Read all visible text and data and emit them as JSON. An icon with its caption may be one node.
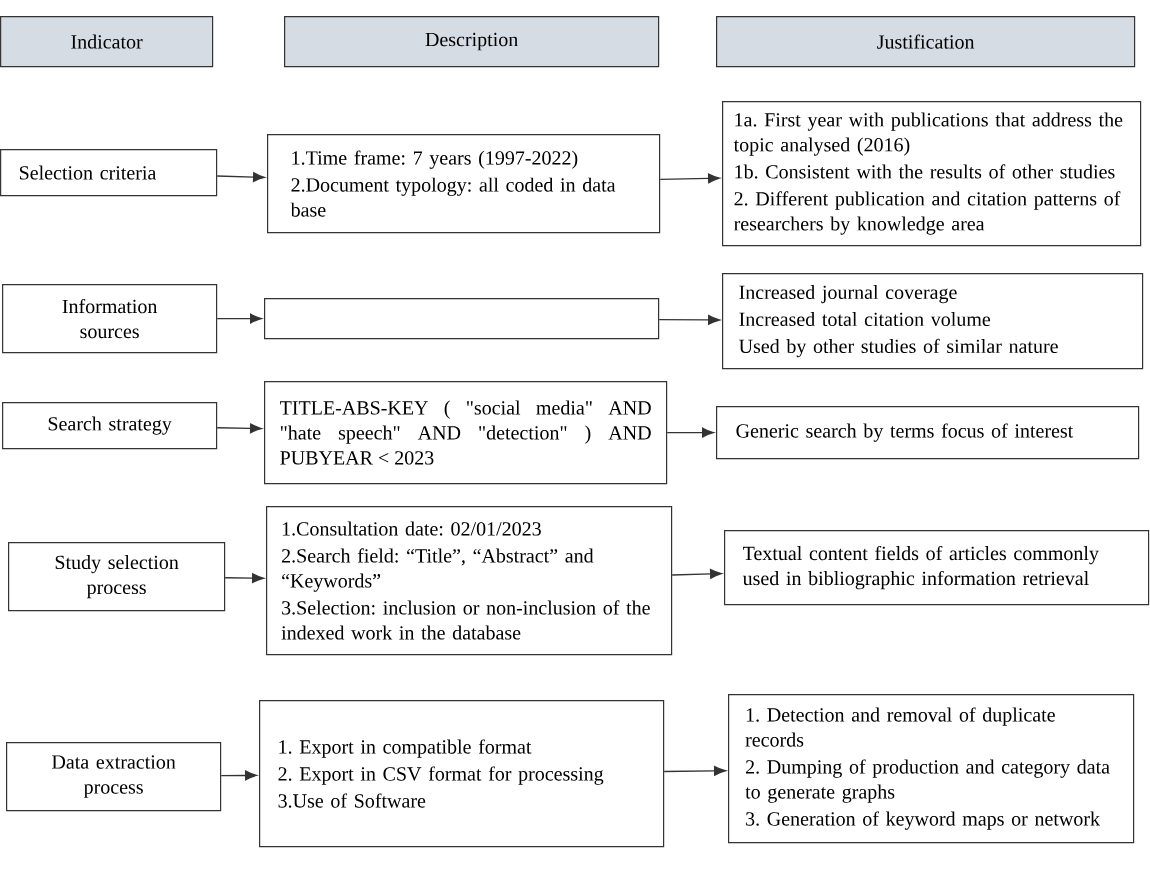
{
  "diagram": {
    "nodes": [
      {
        "text": [
          "Indicator"
        ]
      },
      {
        "text": [
          "Description"
        ]
      },
      {
        "text": [
          "Justification"
        ]
      },
      {
        "text": [
          "Selection criteria"
        ]
      },
      {
        "text": [
          "1.Time frame: 7 years (1997-2022)",
          "2.Document typology: all coded in data base"
        ]
      },
      {
        "text": [
          "1a. First year with publications that address the topic analysed (2016)",
          "1b. Consistent with the results of other studies",
          "2. Different publication and citation patterns of researchers by knowledge area"
        ]
      },
      {
        "text": [
          "Information sources"
        ]
      },
      {
        "text": [],
        "shape": "box"
      },
      {
        "text": [
          "Increased journal coverage",
          "Increased total citation volume",
          "Used by other studies of similar nature"
        ]
      },
      {
        "text": [
          "Search strategy"
        ]
      },
      {
        "text": [
          "TITLE-ABS-KEY ( \"social media\" AND \"hate speech\" AND \"detection\" ) AND PUBYEAR < 2023"
        ]
      },
      {
        "text": [
          "Generic search by terms focus of interest"
        ]
      },
      {
        "text": [
          "Study selection process"
        ]
      },
      {
        "text": [
          "1.Consultation date: 02/01/2023",
          "2.Search field: “Title”, “Abstract” and “Keywords”",
          "3.Selection: inclusion or non-inclusion of the indexed work in the database"
        ]
      },
      {
        "text": [
          "Textual content fields of articles commonly used in bibliographic information retrieval"
        ]
      },
      {
        "text": [
          "Data extraction process"
        ]
      },
      {
        "text": [
          "1. Export in compatible format",
          "2. Export in CSV format for processing",
          "3.Use of Software"
        ]
      },
      {
        "text": [
          "1. Detection and removal of duplicate records",
          "2. Dumping of production and category data to generate graphs",
          "3. Generation of keyword maps or network"
        ]
      }
    ],
    "edges": [
      {
        "from": 3,
        "to": 4,
        "arrow": "to"
      },
      {
        "from": 4,
        "to": 5,
        "arrow": "to"
      },
      {
        "from": 6,
        "to": 7,
        "arrow": "to"
      },
      {
        "from": 7,
        "to": 8,
        "arrow": "to"
      },
      {
        "from": 9,
        "to": 10,
        "arrow": "to"
      },
      {
        "from": 10,
        "to": 11,
        "arrow": "to"
      },
      {
        "from": 12,
        "to": 13,
        "arrow": "to"
      },
      {
        "from": 13,
        "to": 14,
        "arrow": "to"
      },
      {
        "from": 15,
        "to": 16,
        "arrow": "to"
      },
      {
        "from": 16,
        "to": 17,
        "arrow": "to"
      }
    ]
  }
}
